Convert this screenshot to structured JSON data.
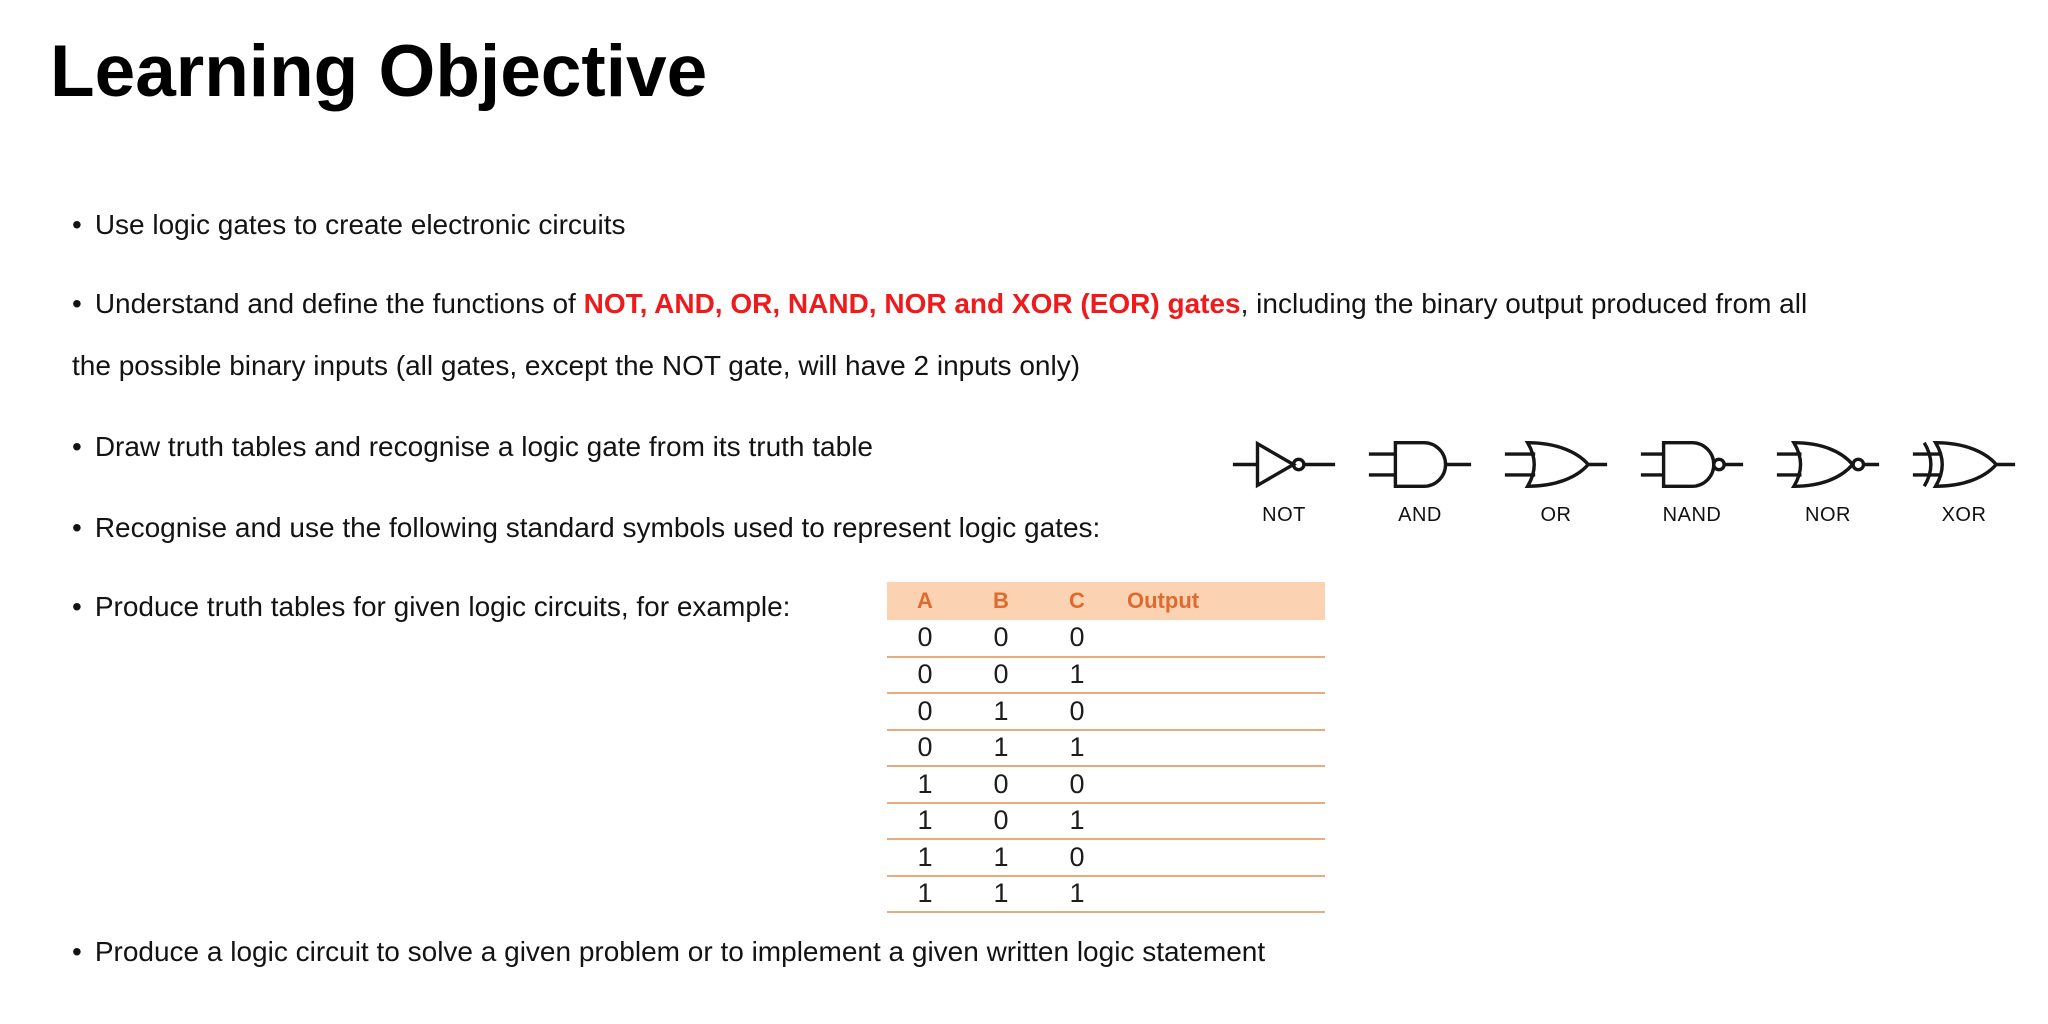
{
  "title": "Learning Objective",
  "bullet_char": "•",
  "objectives": {
    "item1": "Use logic gates to create electronic circuits",
    "item2": {
      "pre": "Understand and define the functions of ",
      "highlight": "NOT, AND, OR, NAND, NOR and XOR (EOR) gates",
      "post_line1": ", including the binary output produced from all",
      "line2": "the possible binary inputs (all gates, except the NOT gate, will have 2 inputs only)"
    },
    "item3": "Draw truth tables and recognise a logic gate from its truth table",
    "item4": "Recognise and use the following standard symbols used to represent logic gates:",
    "item5": "Produce truth tables for given logic circuits, for example:",
    "item6": "Produce a logic circuit to solve a given problem or to implement a given written logic statement"
  },
  "gates": {
    "items": [
      {
        "icon": "not-gate-icon",
        "label": "NOT"
      },
      {
        "icon": "and-gate-icon",
        "label": "AND"
      },
      {
        "icon": "or-gate-icon",
        "label": "OR"
      },
      {
        "icon": "nand-gate-icon",
        "label": "NAND"
      },
      {
        "icon": "nor-gate-icon",
        "label": "NOR"
      },
      {
        "icon": "xor-gate-icon",
        "label": "XOR"
      }
    ]
  },
  "truth_table": {
    "headers": [
      "A",
      "B",
      "C",
      "Output"
    ],
    "rows": [
      [
        "0",
        "0",
        "0",
        ""
      ],
      [
        "0",
        "0",
        "1",
        ""
      ],
      [
        "0",
        "1",
        "0",
        ""
      ],
      [
        "0",
        "1",
        "1",
        ""
      ],
      [
        "1",
        "0",
        "0",
        ""
      ],
      [
        "1",
        "0",
        "1",
        ""
      ],
      [
        "1",
        "1",
        "0",
        ""
      ],
      [
        "1",
        "1",
        "1",
        ""
      ]
    ]
  },
  "colors": {
    "accent_red": "#EE1A1C",
    "table_header_bg": "#FBD3B3",
    "table_header_text": "#DF6A2E",
    "table_row_line": "#E8AB7E",
    "text_color": "#131313"
  }
}
